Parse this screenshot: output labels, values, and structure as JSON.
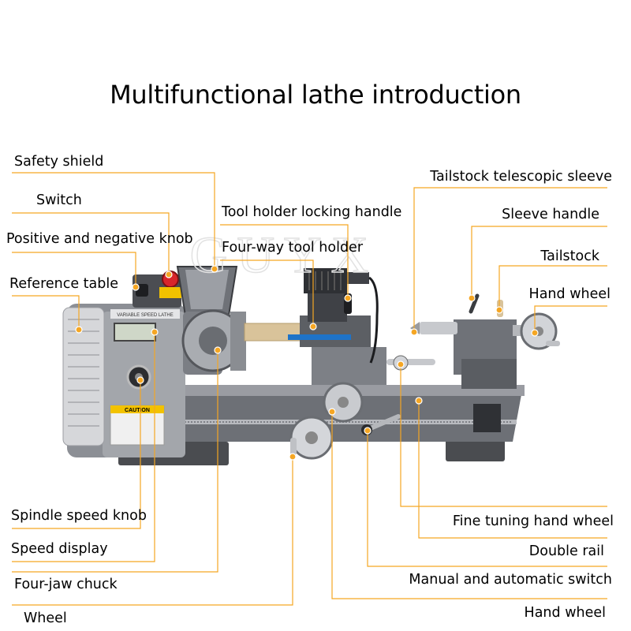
{
  "title": "Multifunctional lathe introduction",
  "watermark": "GUYX",
  "colors": {
    "leader_line": "#f5a623",
    "marker_dot": "#f5a623",
    "machine_body": "#8c8f95",
    "machine_dark": "#3a3c40",
    "machine_light": "#c9cbcf",
    "wood": "#d9c39a",
    "e_stop": "#d8262b",
    "blue_handle": "#1e73c8"
  },
  "labels": {
    "left": [
      "Safety shield",
      "Switch",
      "Positive and negative knob",
      "Reference table",
      "Spindle speed knob",
      "Speed display",
      "Four-jaw chuck",
      "Wheel"
    ],
    "top_center": [
      "Tool holder locking handle",
      "Four-way tool holder"
    ],
    "right": [
      "Tailstock telescopic sleeve",
      "Sleeve handle",
      "Tailstock",
      "Hand wheel",
      "Fine tuning hand wheel",
      "Double rail",
      "Manual and automatic switch",
      "Hand wheel"
    ]
  },
  "panel": {
    "plate_text": "VARIABLE SPEED LATHE",
    "caution_text": "CAUTION"
  }
}
